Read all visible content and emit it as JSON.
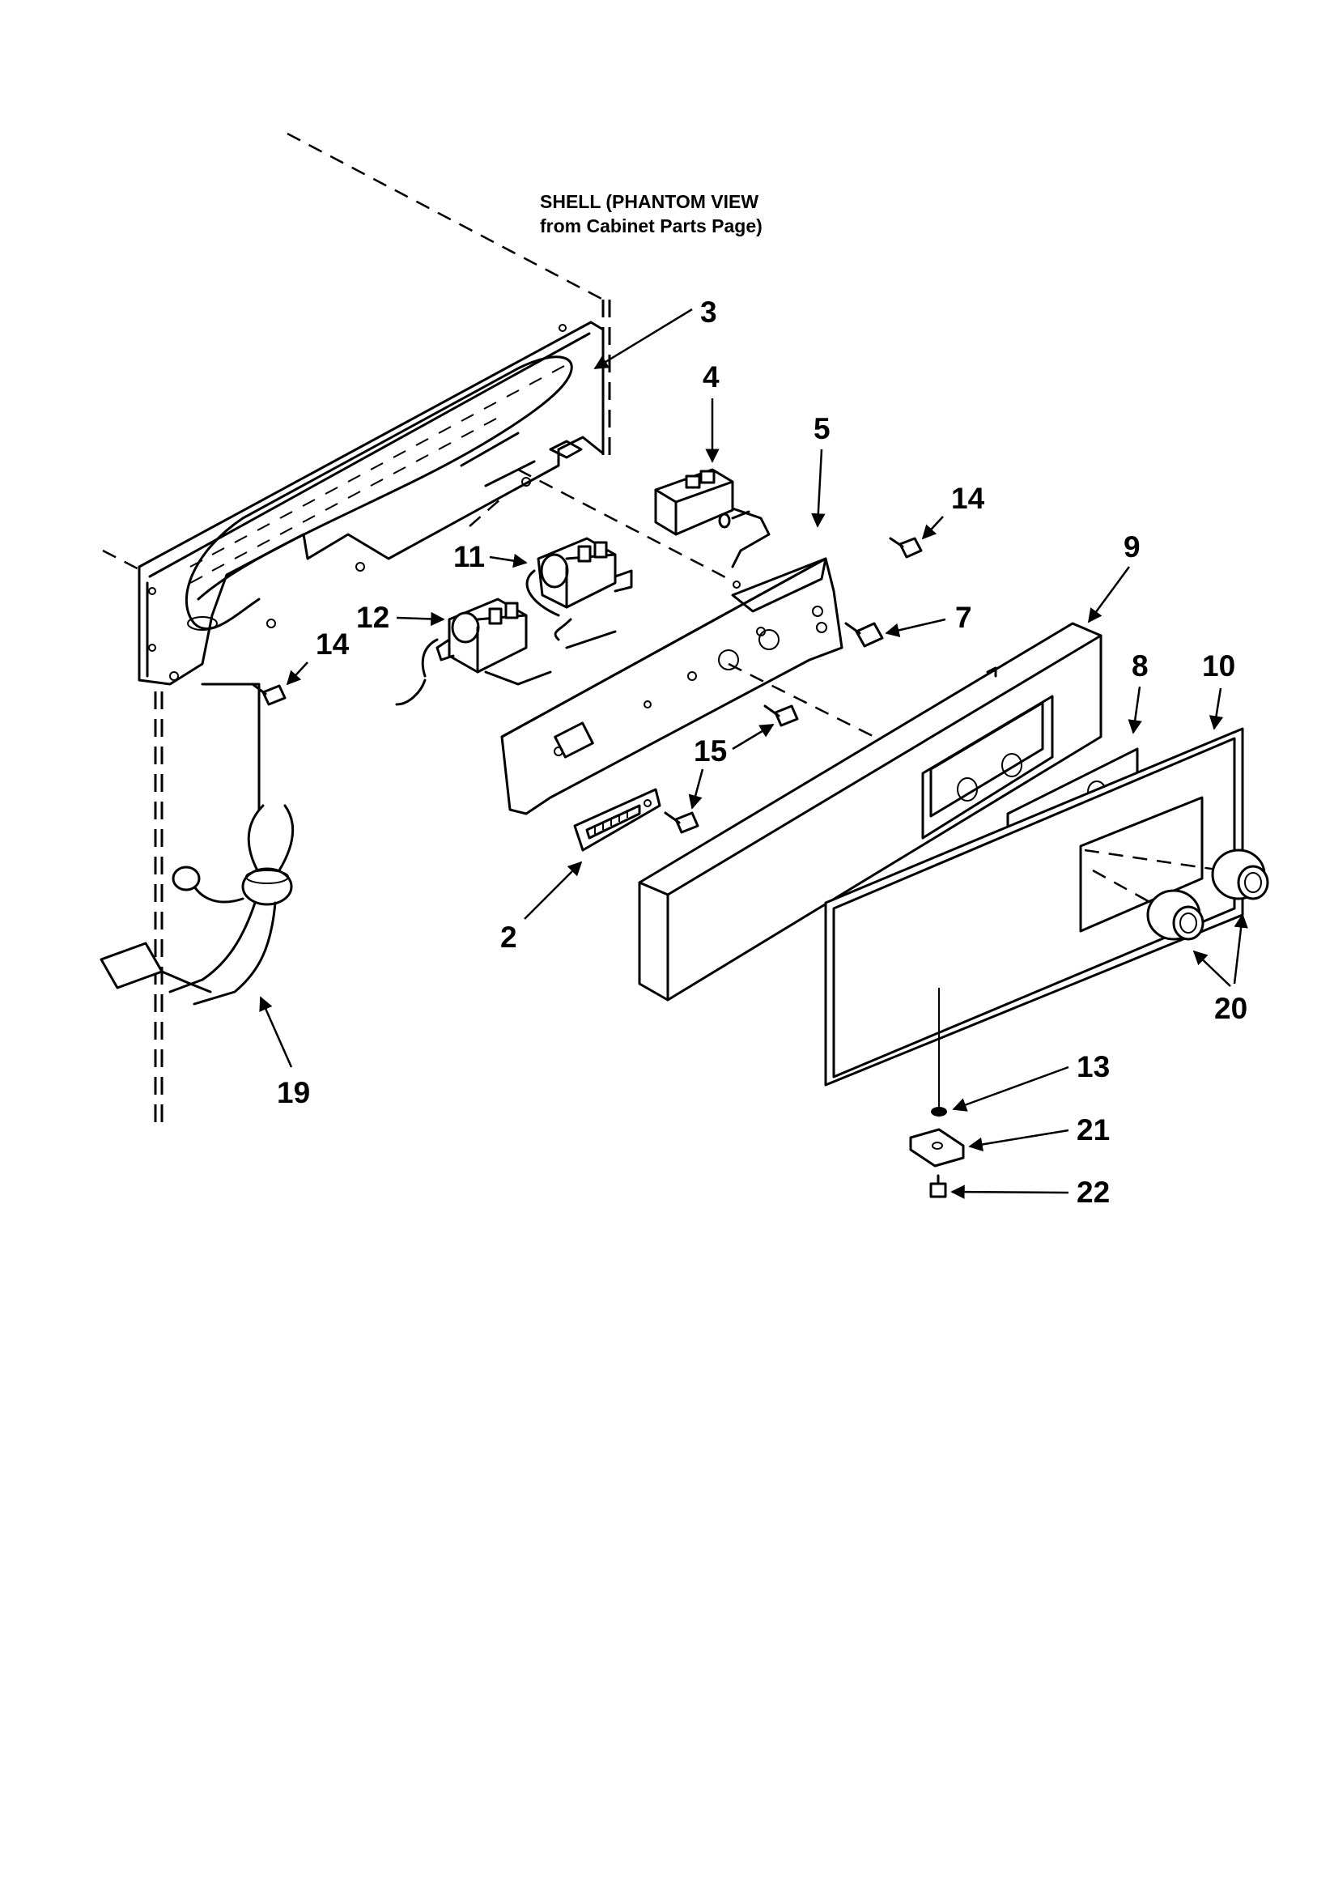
{
  "caption": {
    "line1": "SHELL (PHANTOM VIEW",
    "line2": "from Cabinet Parts Page)"
  },
  "callouts": [
    {
      "id": "3",
      "label": "3"
    },
    {
      "id": "4",
      "label": "4"
    },
    {
      "id": "5",
      "label": "5"
    },
    {
      "id": "14a",
      "label": "14"
    },
    {
      "id": "9",
      "label": "9"
    },
    {
      "id": "11",
      "label": "11"
    },
    {
      "id": "12",
      "label": "12"
    },
    {
      "id": "7",
      "label": "7"
    },
    {
      "id": "14b",
      "label": "14"
    },
    {
      "id": "8",
      "label": "8"
    },
    {
      "id": "10",
      "label": "10"
    },
    {
      "id": "15",
      "label": "15"
    },
    {
      "id": "2",
      "label": "2"
    },
    {
      "id": "20",
      "label": "20"
    },
    {
      "id": "19",
      "label": "19"
    },
    {
      "id": "13",
      "label": "13"
    },
    {
      "id": "21",
      "label": "21"
    },
    {
      "id": "22",
      "label": "22"
    }
  ]
}
